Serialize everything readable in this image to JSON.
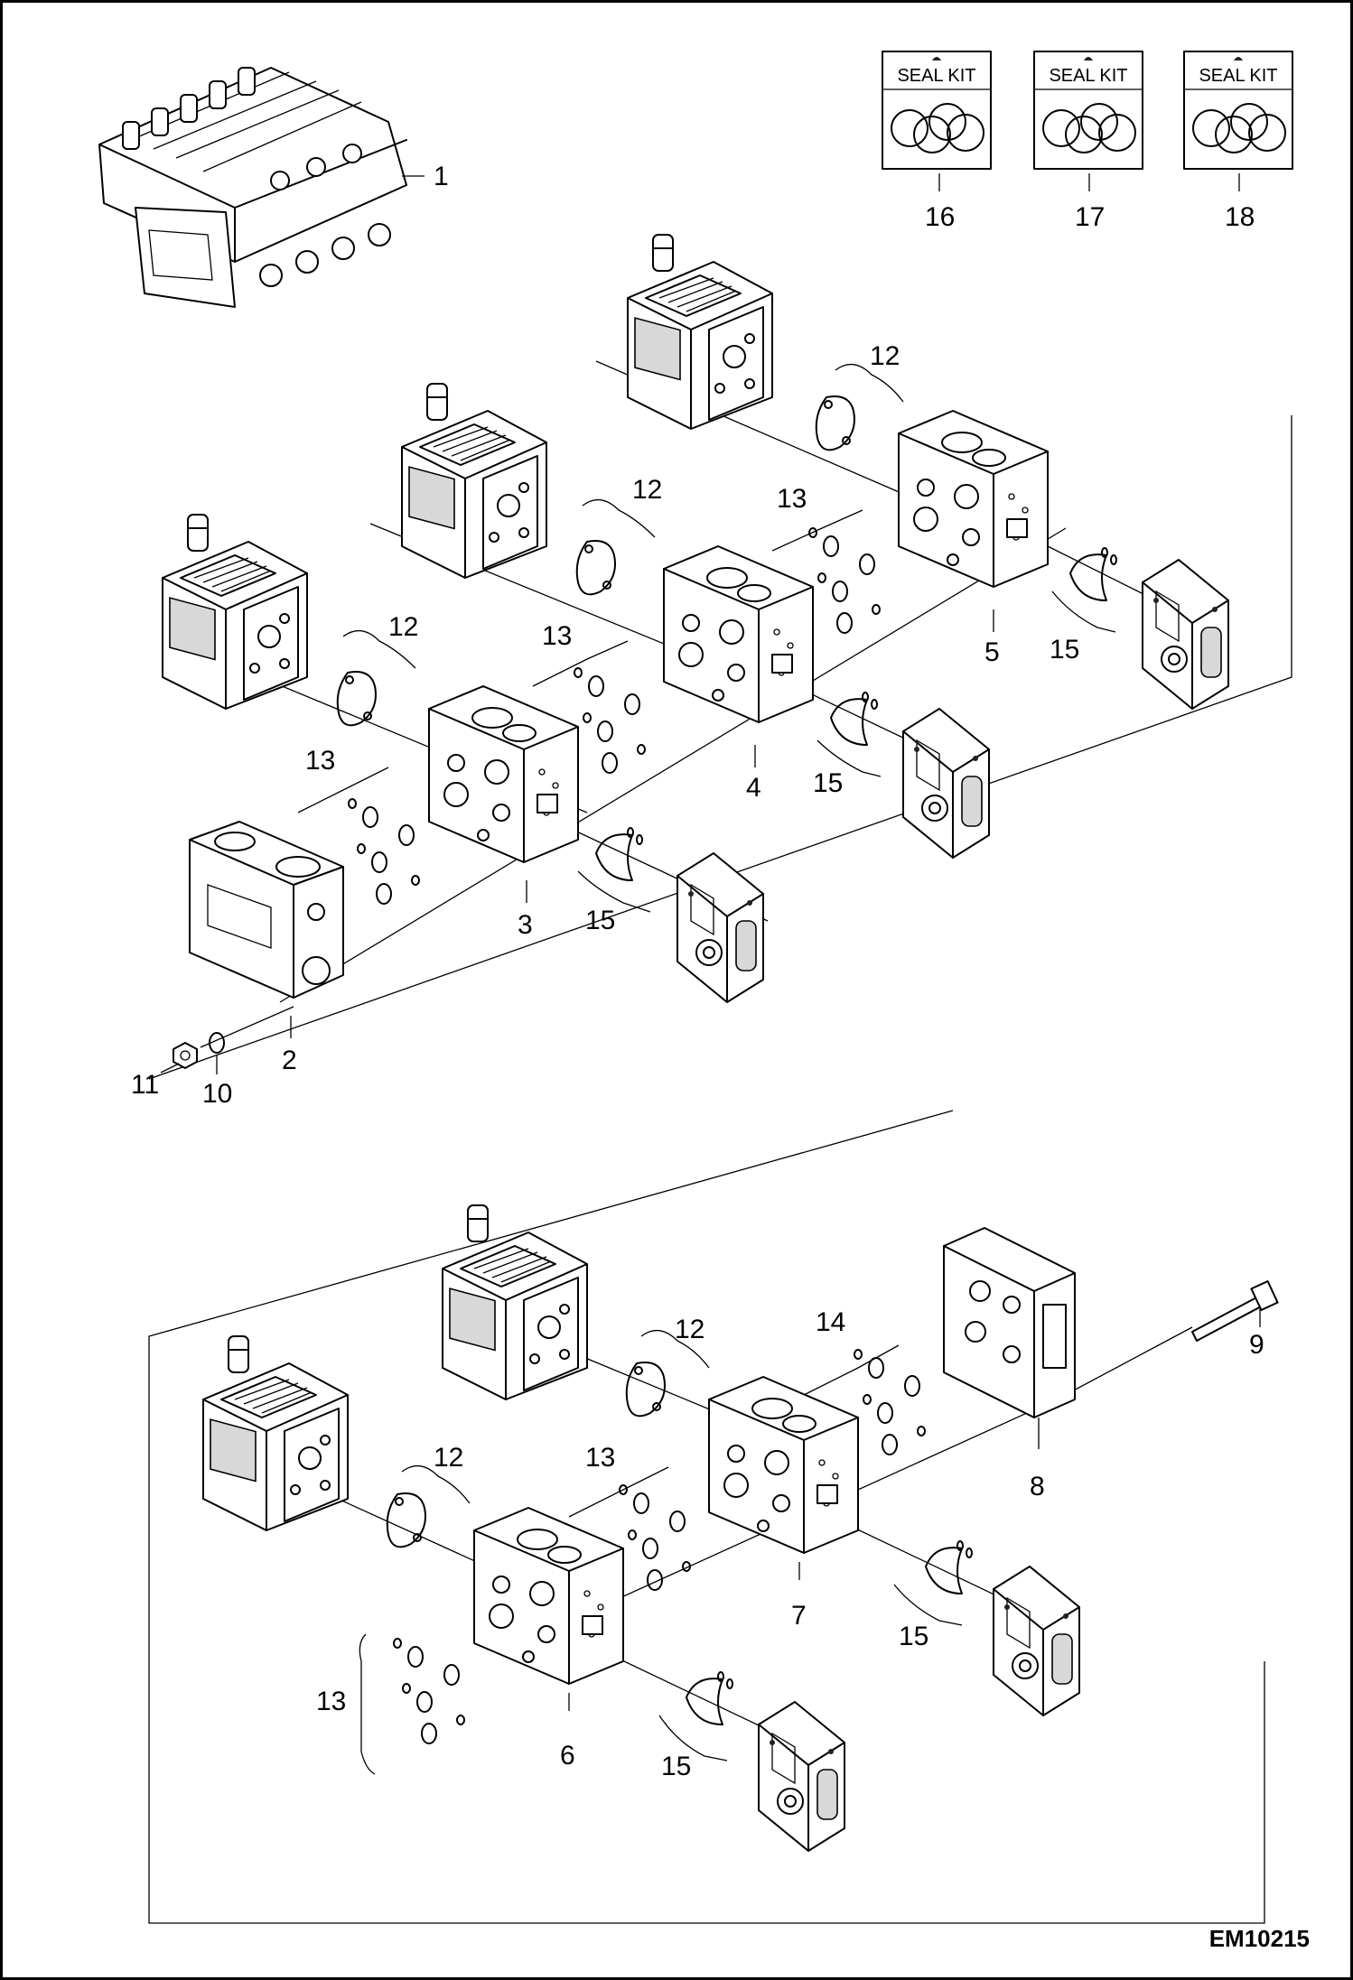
{
  "figure_id": "EM10215",
  "seal_kits": [
    {
      "label": "SEAL KIT",
      "callout": "16"
    },
    {
      "label": "SEAL KIT",
      "callout": "17"
    },
    {
      "label": "SEAL KIT",
      "callout": "18"
    }
  ],
  "callouts": {
    "c1": "1",
    "c2": "2",
    "c3": "3",
    "c4": "4",
    "c5": "5",
    "c6": "6",
    "c7": "7",
    "c8": "8",
    "c9": "9",
    "c10": "10",
    "c11": "11",
    "c12a": "12",
    "c12b": "12",
    "c12c": "12",
    "c12d": "12",
    "c12e": "12",
    "c13a": "13",
    "c13b": "13",
    "c13c": "13",
    "c13d": "13",
    "c13e": "13",
    "c14": "14",
    "c15a": "15",
    "c15b": "15",
    "c15c": "15",
    "c15d": "15",
    "c15e": "15"
  }
}
